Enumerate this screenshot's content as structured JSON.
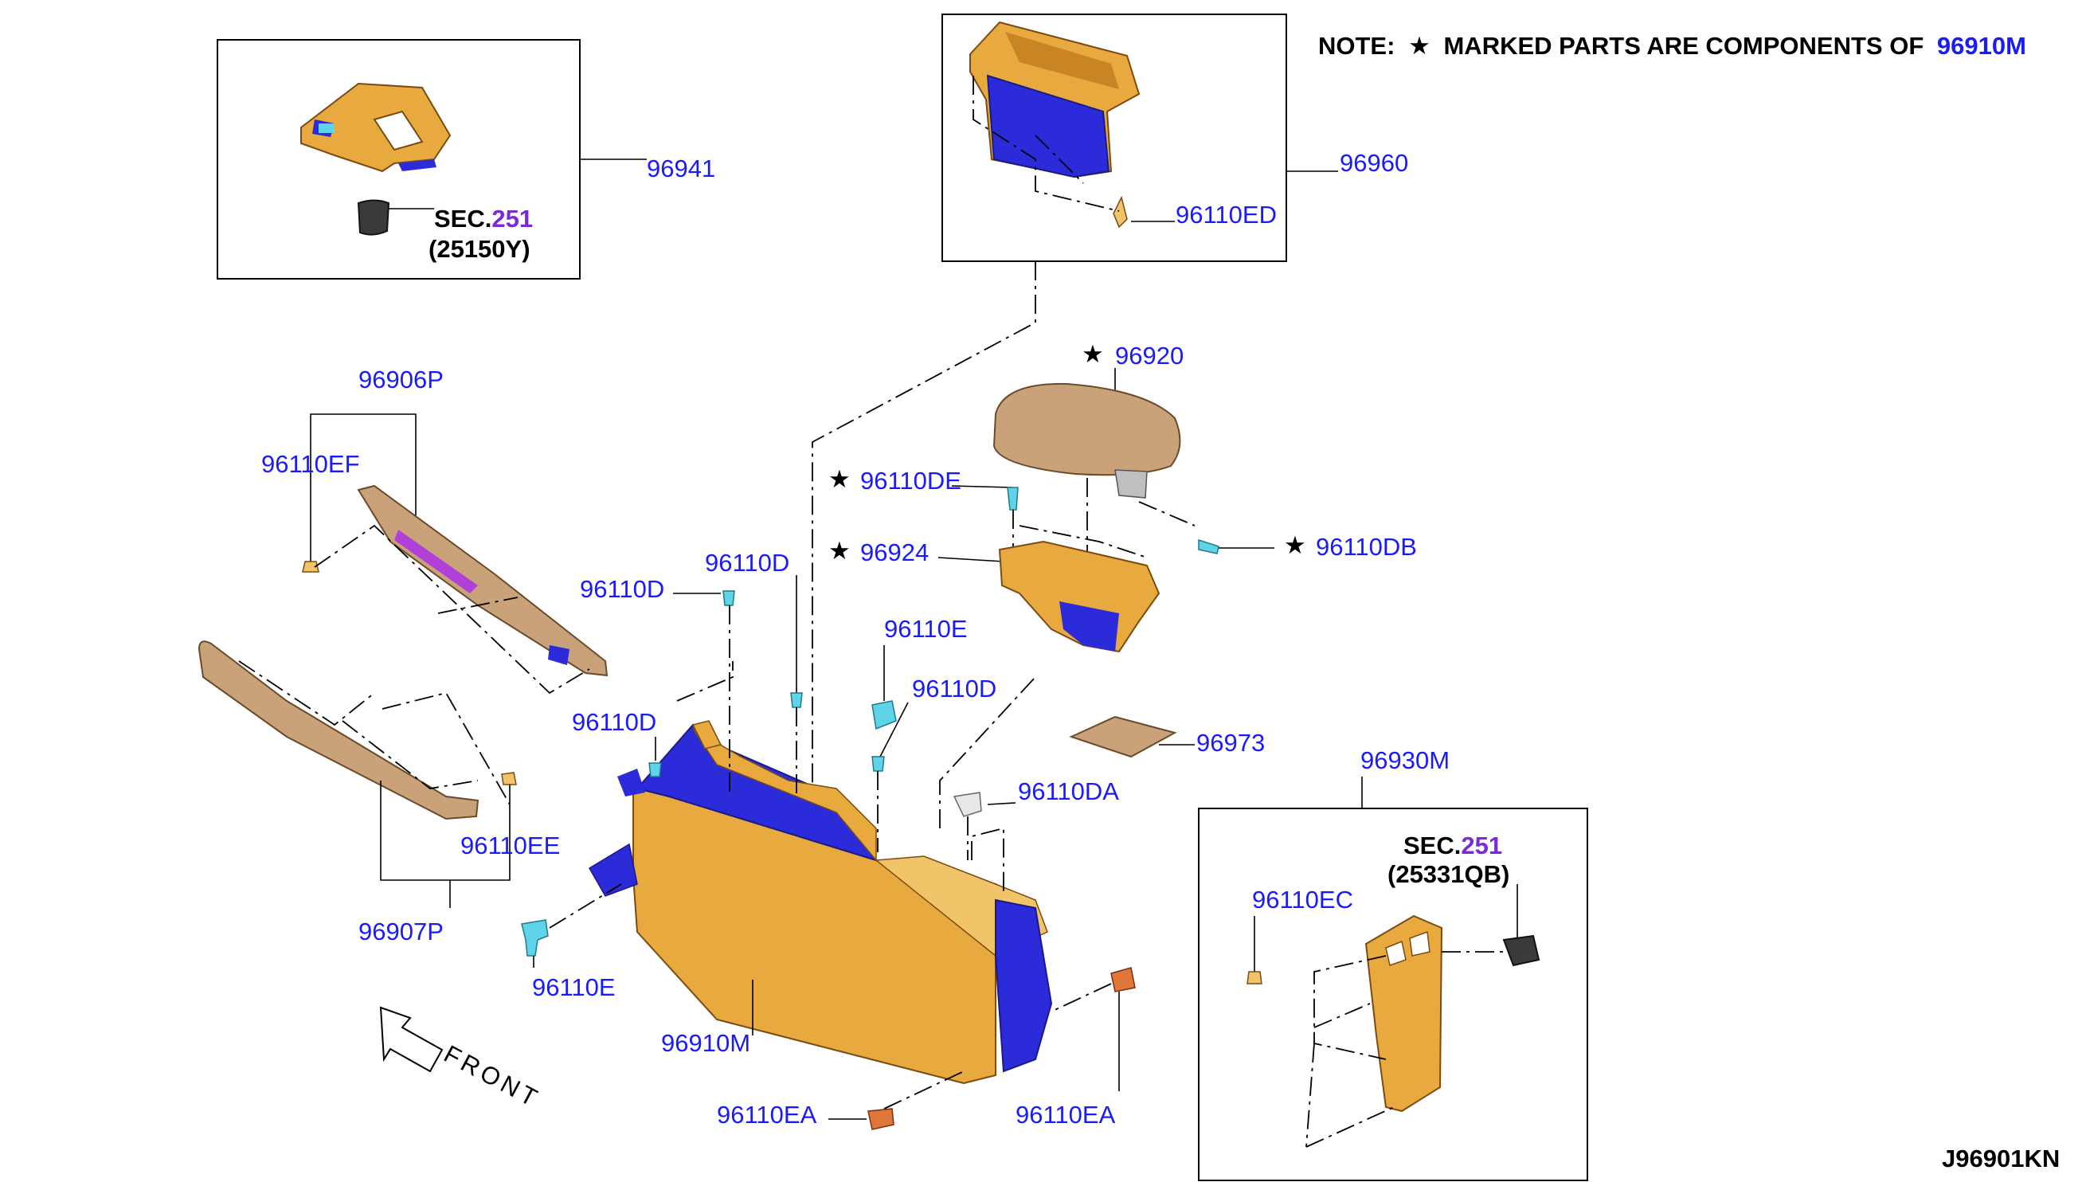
{
  "note": {
    "prefix": "NOTE:",
    "star": "★",
    "text": "MARKED PARTS ARE COMPONENTS OF",
    "ref": "96910M"
  },
  "star_glyph": "★",
  "drawing_code": "J96901KN",
  "front_label": "FRONT",
  "sections": [
    {
      "sec": "SEC.",
      "num": "251",
      "code": "(25150Y)"
    },
    {
      "sec": "SEC.",
      "num": "251",
      "code": "(25331QB)"
    }
  ],
  "parts": {
    "p96941": "96941",
    "p96960": "96960",
    "p96110ED": "96110ED",
    "p96920": "96920",
    "p96906P": "96906P",
    "p96110EF": "96110EF",
    "p96110DE": "96110DE",
    "p96110DB": "96110DB",
    "p96924": "96924",
    "p96110D_a": "96110D",
    "p96110D_b": "96110D",
    "p96110E_top": "96110E",
    "p96110D_c": "96110D",
    "p96110D_d": "96110D",
    "p96973": "96973",
    "p96930M": "96930M",
    "p96110DA": "96110DA",
    "p96110EE": "96110EE",
    "p96110EC": "96110EC",
    "p96907P": "96907P",
    "p96110E_bot": "96110E",
    "p96910M": "96910M",
    "p96110EA_l": "96110EA",
    "p96110EA_r": "96110EA"
  },
  "colors": {
    "trim_orange": "#e8a93f",
    "trim_light": "#f2c46a",
    "frame_blue": "#2b2bd9",
    "armrest_tan": "#c9a27a",
    "clip_cyan": "#5fd3e8",
    "clip_orange": "#e0763a",
    "label_blue": "#1a1aff",
    "sec_purple": "#7a2bd6"
  },
  "icons": [
    "star-icon",
    "front-arrow-icon"
  ]
}
